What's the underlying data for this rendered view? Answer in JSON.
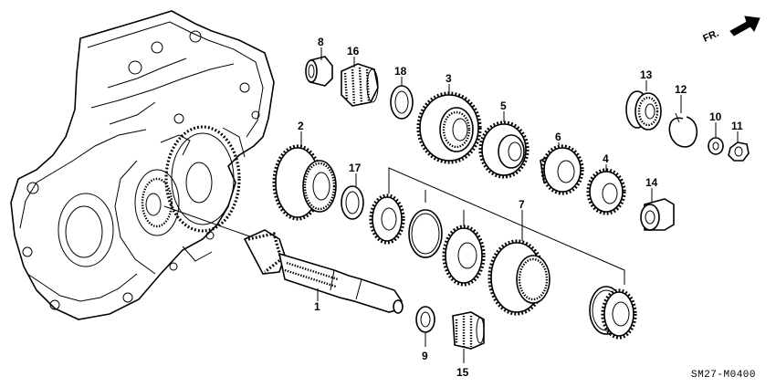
{
  "diagram": {
    "direction_label": "FR.",
    "diagram_code": "SM27-M0400",
    "callouts": [
      {
        "id": "c1",
        "label": "1"
      },
      {
        "id": "c2",
        "label": "2"
      },
      {
        "id": "c3",
        "label": "3"
      },
      {
        "id": "c4",
        "label": "4"
      },
      {
        "id": "c5",
        "label": "5"
      },
      {
        "id": "c6",
        "label": "6"
      },
      {
        "id": "c7",
        "label": "7"
      },
      {
        "id": "c8",
        "label": "8"
      },
      {
        "id": "c9",
        "label": "9"
      },
      {
        "id": "c10",
        "label": "10"
      },
      {
        "id": "c11",
        "label": "11"
      },
      {
        "id": "c12",
        "label": "12"
      },
      {
        "id": "c13",
        "label": "13"
      },
      {
        "id": "c14",
        "label": "14"
      },
      {
        "id": "c15",
        "label": "15"
      },
      {
        "id": "c16",
        "label": "16"
      },
      {
        "id": "c17",
        "label": "17"
      },
      {
        "id": "c18",
        "label": "18"
      }
    ]
  }
}
